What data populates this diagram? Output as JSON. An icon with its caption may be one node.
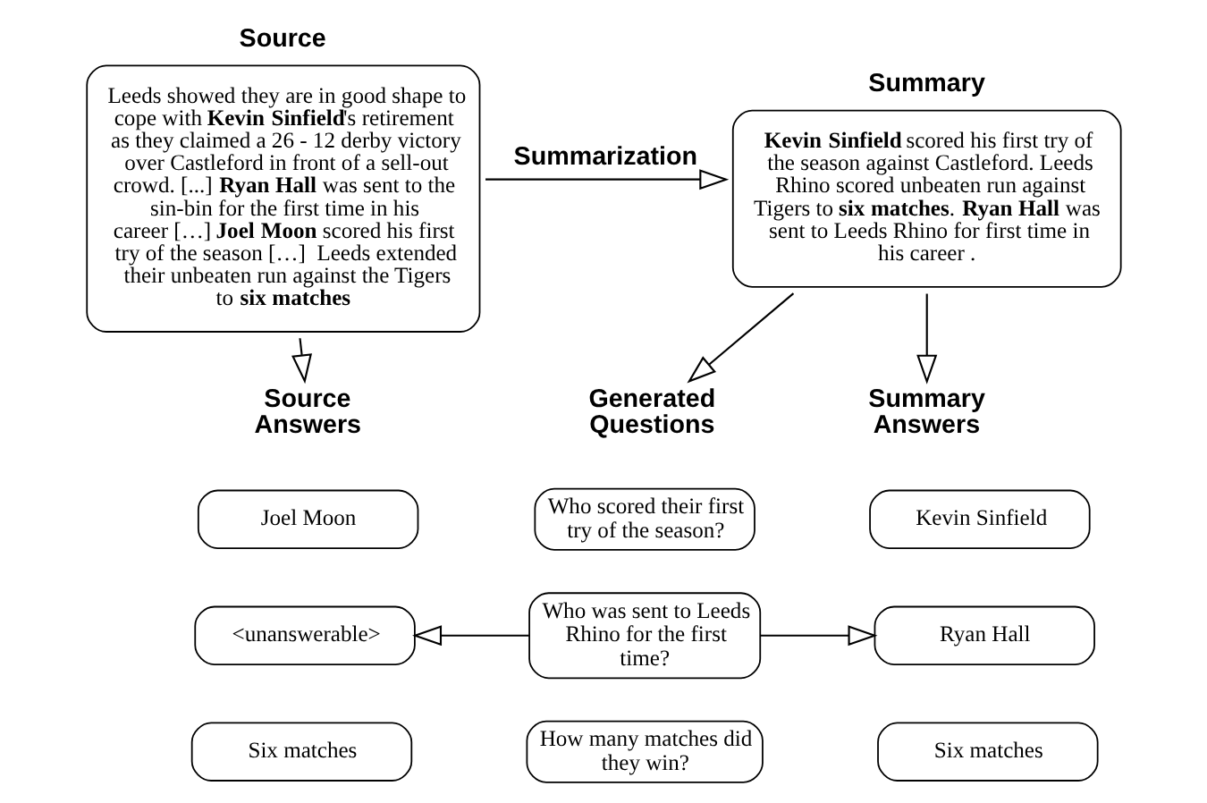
{
  "diagram": {
    "nodes": [
      {
        "text": [
          "Source",
          "Leeds showed they are in good shape to cope with **Kevin Sinfield**'s retirement as they claimed a 26 - 12 derby victory over Castleford in front of a sell-out crowd. [...] **Ryan Hall** was sent to the sin-bin for the first time in his career […] **Joel Moon** scored his first try of the season […]  Leeds extended their unbeaten run against the Tigers to **six matches**"
        ]
      },
      {
        "text": [
          "Summary",
          "**Kevin Sinfield** scored his first try of the season against Castleford. Leeds Rhino scored unbeaten run against Tigers to **six matches**. **Ryan Hall** was sent to Leeds Rhino for first time in his career ."
        ]
      },
      {
        "text": [
          "Source Answers"
        ]
      },
      {
        "text": [
          "Generated Questions"
        ]
      },
      {
        "text": [
          "Summary Answers"
        ]
      },
      {
        "text": [
          "Joel Moon"
        ]
      },
      {
        "text": [
          "Who scored their first try of the season?"
        ]
      },
      {
        "text": [
          "Kevin Sinfield"
        ]
      },
      {
        "text": [
          "<unanswerable>"
        ]
      },
      {
        "text": [
          "Who was sent to Leeds Rhino for the first time?"
        ]
      },
      {
        "text": [
          "Ryan Hall"
        ]
      },
      {
        "text": [
          "Six matches"
        ]
      },
      {
        "text": [
          "How many matches did they win?"
        ]
      },
      {
        "text": [
          "Six matches"
        ]
      }
    ],
    "edges": [
      {
        "from": 0,
        "to": 1,
        "arrow": "to",
        "label": "Summarization"
      },
      {
        "from": 0,
        "to": 2,
        "arrow": "to"
      },
      {
        "from": 1,
        "to": 3,
        "arrow": "to"
      },
      {
        "from": 1,
        "to": 4,
        "arrow": "to"
      },
      {
        "from": 9,
        "to": 8,
        "arrow": "to"
      },
      {
        "from": 9,
        "to": 10,
        "arrow": "to"
      }
    ]
  }
}
